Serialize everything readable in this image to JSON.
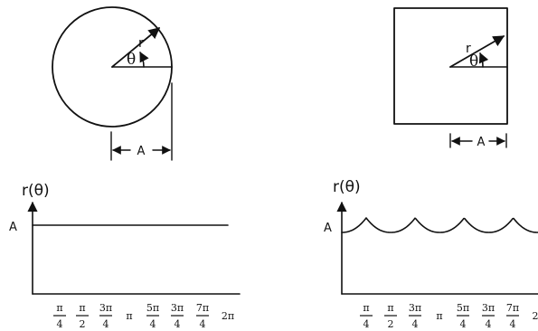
{
  "left": {
    "shape": "circle",
    "radius_label": "r",
    "angle_label": "θ",
    "width_label": "A",
    "graph": {
      "y_label": "r(θ)",
      "level_label": "A",
      "ticks": [
        {
          "num": "π",
          "den": "4"
        },
        {
          "num": "π",
          "den": "2"
        },
        {
          "num": "3π",
          "den": "4"
        },
        {
          "num": "π",
          "den": ""
        },
        {
          "num": "5π",
          "den": "4"
        },
        {
          "num": "3π",
          "den": "4"
        },
        {
          "num": "7π",
          "den": "4"
        },
        {
          "num": "2π",
          "den": ""
        }
      ]
    }
  },
  "right": {
    "shape": "square",
    "radius_label": "r",
    "angle_label": "θ",
    "width_label": "A",
    "graph": {
      "y_label": "r(θ)",
      "level_label": "A",
      "ticks": [
        {
          "num": "π",
          "den": "4"
        },
        {
          "num": "π",
          "den": "2"
        },
        {
          "num": "3π",
          "den": "4"
        },
        {
          "num": "π",
          "den": ""
        },
        {
          "num": "5π",
          "den": "4"
        },
        {
          "num": "3π",
          "den": "4"
        },
        {
          "num": "7π",
          "den": "4"
        },
        {
          "num": "2",
          "den": ""
        }
      ]
    }
  }
}
